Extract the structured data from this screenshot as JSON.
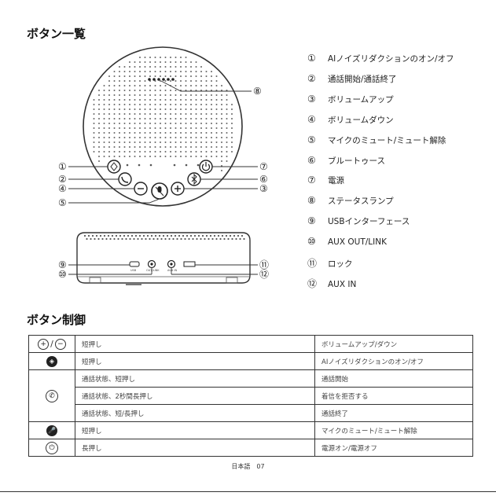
{
  "section1_title": "ボタン一覧",
  "section2_title": "ボタン制御",
  "figure": {
    "callouts": [
      "①",
      "②",
      "④",
      "⑤",
      "⑧",
      "⑦",
      "⑥",
      "③",
      "⑨",
      "⑩",
      "⑪",
      "⑫"
    ],
    "port_labels": [
      "USB",
      "OUT/LINK",
      "AUX IN"
    ]
  },
  "legend": [
    {
      "num": "①",
      "label": "AIノイズリダクションのオン/オフ"
    },
    {
      "num": "②",
      "label": "通話開始/通話終了"
    },
    {
      "num": "③",
      "label": "ボリュームアップ"
    },
    {
      "num": "④",
      "label": "ボリュームダウン"
    },
    {
      "num": "⑤",
      "label": "マイクのミュート/ミュート解除"
    },
    {
      "num": "⑥",
      "label": "ブルートゥース"
    },
    {
      "num": "⑦",
      "label": "電源"
    },
    {
      "num": "⑧",
      "label": "ステータスランプ"
    },
    {
      "num": "⑨",
      "label": "USBインターフェース"
    },
    {
      "num": "⑩",
      "label": "AUX OUT/LINK"
    },
    {
      "num": "⑪",
      "label": "ロック"
    },
    {
      "num": "⑫",
      "label": "AUX IN"
    }
  ],
  "table": {
    "icons": {
      "plus": "+",
      "slash": "/",
      "minus": "−",
      "ai": "◈",
      "phone": "✆",
      "mic": "🎤",
      "power": "⏻"
    },
    "rows": [
      {
        "action": "短押し",
        "result": "ボリュームアップ/ダウン"
      },
      {
        "action": "短押し",
        "result": "AIノイズリダクションのオン/オフ"
      },
      {
        "action": "通話状態、短押し",
        "result": "通話開始"
      },
      {
        "action": "通話状態、2秒間長押し",
        "result": "着信を拒否する"
      },
      {
        "action": "通話状態、短/長押し",
        "result": "通話終了"
      },
      {
        "action": "短押し",
        "result": "マイクのミュート/ミュート解除"
      },
      {
        "action": "長押し",
        "result": "電源オン/電源オフ"
      }
    ]
  },
  "footer": "日本語　07"
}
